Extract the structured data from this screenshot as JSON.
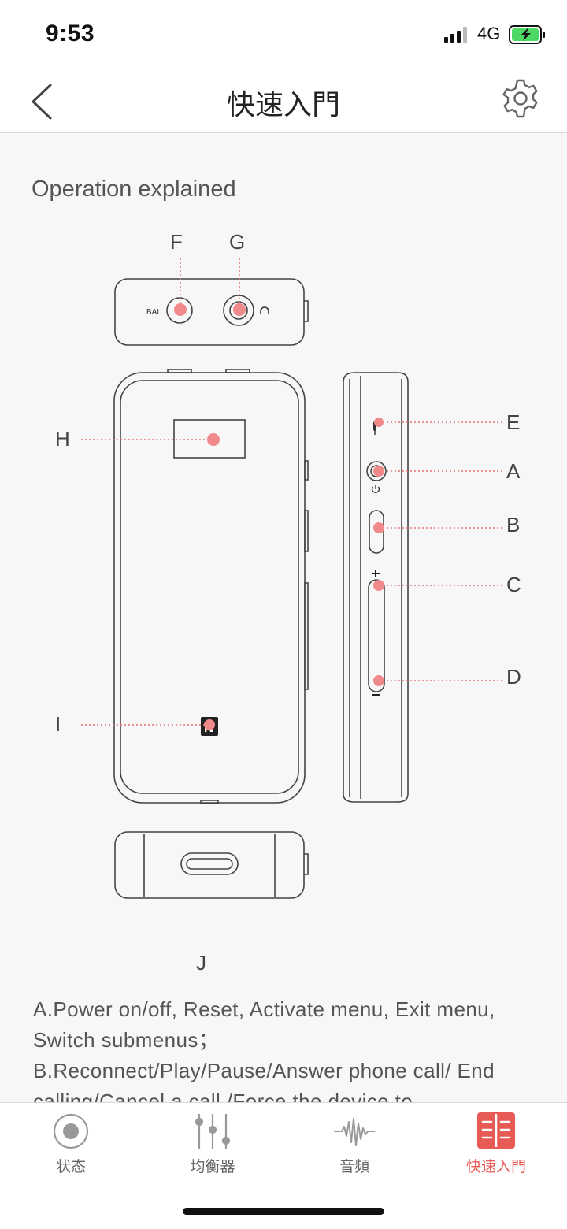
{
  "status_bar": {
    "time": "9:53",
    "network": "4G"
  },
  "header": {
    "title": "快速入門"
  },
  "section_title": "Operation explained",
  "diagram": {
    "labels": {
      "F": "F",
      "G": "G",
      "H": "H",
      "I": "I",
      "J": "J",
      "E": "E",
      "A": "A",
      "B": "B",
      "C": "C",
      "D": "D"
    },
    "bal_text": "BAL."
  },
  "description": [
    "A.Power on/off, Reset, Activate menu, Exit menu, Switch submenus；",
    "B.Reconnect/Play/Pause/Answer phone call/ End calling/Cancel a call /Force the device to"
  ],
  "tabs": [
    {
      "label": "状态",
      "icon": "status-icon",
      "active": false
    },
    {
      "label": "均衡器",
      "icon": "equalizer-icon",
      "active": false
    },
    {
      "label": "音頻",
      "icon": "waveform-icon",
      "active": false
    },
    {
      "label": "快速入門",
      "icon": "guide-book-icon",
      "active": true
    }
  ],
  "colors": {
    "accent": "#e85a55",
    "marker": "#f08a8a"
  }
}
